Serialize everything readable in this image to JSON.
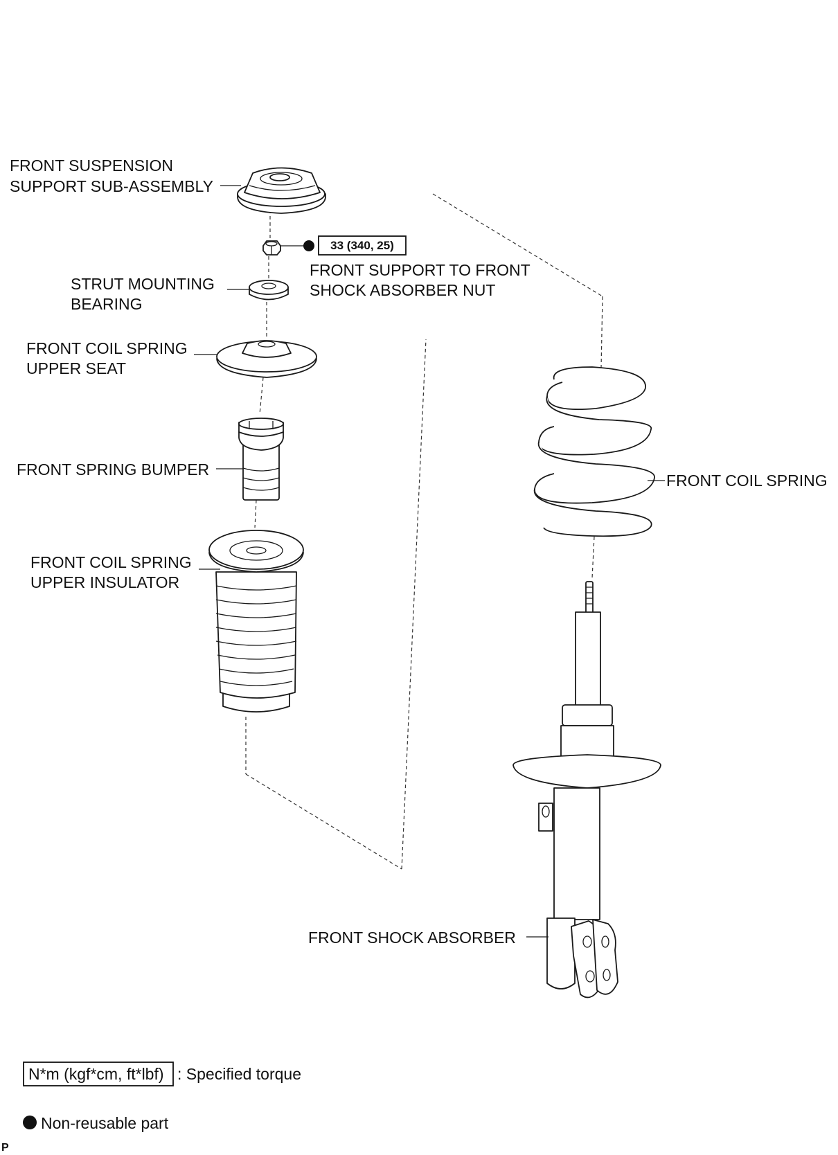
{
  "labels": {
    "support_line1": "FRONT SUSPENSION",
    "support_line2": "SUPPORT SUB-ASSEMBLY",
    "torque_value": "33 (340, 25)",
    "nut_line1": "FRONT SUPPORT TO FRONT",
    "nut_line2": "SHOCK ABSORBER NUT",
    "bearing_line1": "STRUT MOUNTING",
    "bearing_line2": "BEARING",
    "upper_seat_line1": "FRONT COIL SPRING",
    "upper_seat_line2": "UPPER SEAT",
    "bumper": "FRONT SPRING BUMPER",
    "insulator_line1": "FRONT COIL SPRING",
    "insulator_line2": "UPPER INSULATOR",
    "coil_spring": "FRONT COIL SPRING",
    "shock_absorber": "FRONT SHOCK ABSORBER"
  },
  "legend": {
    "torque_unit": "N*m (kgf*cm, ft*lbf)",
    "torque_desc": ": Specified torque",
    "non_reusable": "Non-reusable part"
  },
  "corner_mark": "P"
}
